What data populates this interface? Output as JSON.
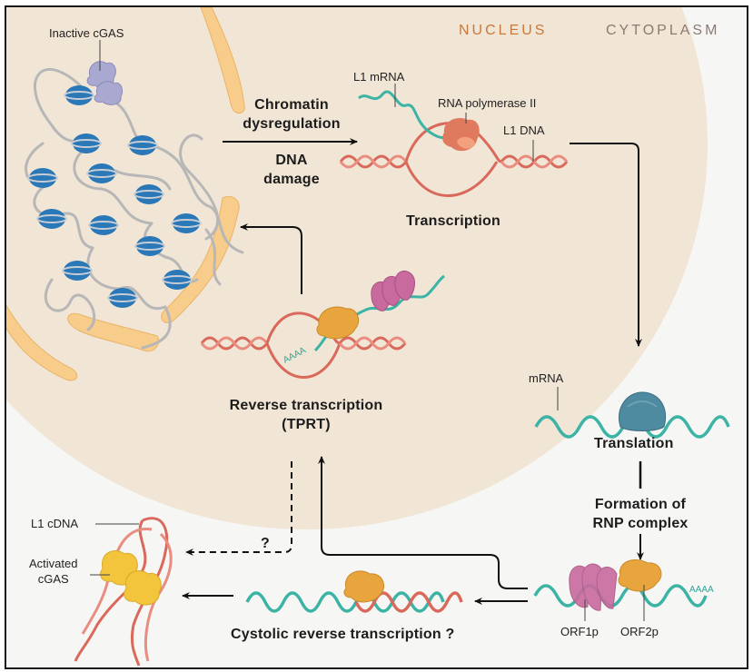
{
  "regions": {
    "nucleus": "NUCLEUS",
    "cytoplasm": "CYTOPLASM"
  },
  "labels": {
    "inactive_cgas": "Inactive cGAS",
    "l1_mrna": "L1 mRNA",
    "rna_pol2": "RNA polymerase II",
    "l1_dna": "L1 DNA",
    "mrna": "mRNA",
    "orf1p": "ORF1p",
    "orf2p": "ORF2p",
    "l1_cdna": "L1 cDNA",
    "activated_cgas_line1": "Activated",
    "activated_cgas_line2": "cGAS",
    "polya_nuclear": "AAAA",
    "polya_rnp": "AAAA",
    "question_mark": "?"
  },
  "steps": {
    "chromatin_line1": "Chromatin",
    "chromatin_line2": "dysregulation",
    "dna_damage_line1": "DNA",
    "dna_damage_line2": "damage",
    "transcription": "Transcription",
    "translation": "Translation",
    "rnp_line1": "Formation of",
    "rnp_line2": "RNP complex",
    "tprt_line1": "Reverse transcription",
    "tprt_line2": "(TPRT)",
    "cytosolic_rt": "Cystolic reverse transcription ?"
  },
  "colors": {
    "nucleus_fill": "#f1e5d5",
    "envelope": "#f8cc8a",
    "cytoplasm_bg": "#f6f6f4",
    "dna": "#d9695a",
    "rna": "#3bb3a5",
    "nucleosome": "#2a78b8",
    "inactive_cgas": "#a9a8d0",
    "active_cgas": "#f2c53d",
    "orf2p": "#e9a53d",
    "orf1p": "#c86a9e",
    "ribosome": "#4e8aa0",
    "rna_pol": "#e07a5f",
    "arrow": "#111111"
  }
}
